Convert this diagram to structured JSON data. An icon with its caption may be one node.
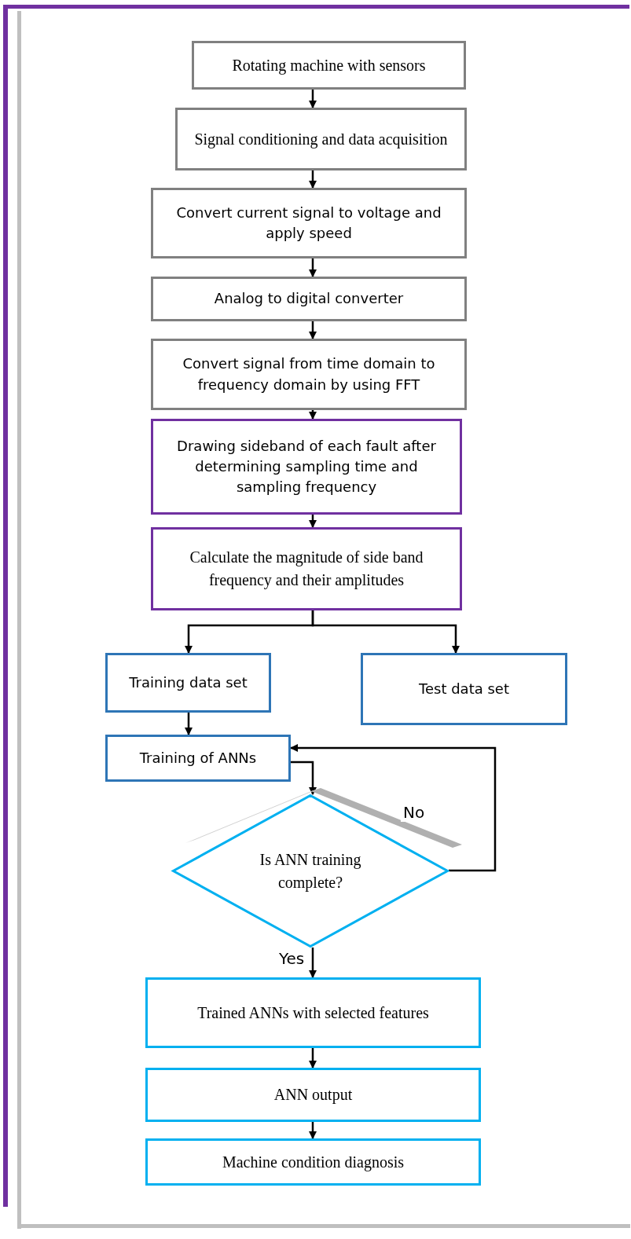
{
  "diagram": {
    "nodes": [
      {
        "text": [
          "Rotating machine with sensors"
        ]
      },
      {
        "text": [
          "Signal conditioning and data acquisition"
        ]
      },
      {
        "text": [
          "Convert current signal to voltage and apply speed"
        ]
      },
      {
        "text": [
          "Analog to digital converter"
        ]
      },
      {
        "text": [
          "Convert signal from time domain to frequency domain by using FFT"
        ]
      },
      {
        "text": [
          "Drawing sideband of each fault after determining sampling time and sampling frequency"
        ]
      },
      {
        "text": [
          "Calculate the magnitude of side band frequency and their amplitudes"
        ]
      },
      {
        "text": [
          "Training data set"
        ]
      },
      {
        "text": [
          "Test data set"
        ]
      },
      {
        "text": [
          "Training of ANNs"
        ]
      },
      {
        "text": [
          "Is ANN training complete?"
        ]
      },
      {
        "text": [
          "Trained ANNs with selected features"
        ]
      },
      {
        "text": [
          "ANN output"
        ]
      },
      {
        "text": [
          "Machine condition diagnosis"
        ]
      }
    ],
    "edges": [
      {
        "from": 0,
        "to": 1,
        "arrow": "to"
      },
      {
        "from": 1,
        "to": 2,
        "arrow": "to"
      },
      {
        "from": 2,
        "to": 3,
        "arrow": "to"
      },
      {
        "from": 3,
        "to": 4,
        "arrow": "to"
      },
      {
        "from": 4,
        "to": 5,
        "arrow": "to"
      },
      {
        "from": 5,
        "to": 6,
        "arrow": "to"
      },
      {
        "from": 6,
        "to": 7,
        "arrow": "to"
      },
      {
        "from": 6,
        "to": 8,
        "arrow": "to"
      },
      {
        "from": 7,
        "to": 9,
        "arrow": "to"
      },
      {
        "from": 9,
        "to": 10,
        "arrow": "to"
      },
      {
        "from": 10,
        "to": 9,
        "arrow": "to",
        "label": "No"
      },
      {
        "from": 10,
        "to": 11,
        "arrow": "to",
        "label": "Yes"
      },
      {
        "from": 11,
        "to": 12,
        "arrow": "to"
      },
      {
        "from": 12,
        "to": 13,
        "arrow": "to"
      }
    ]
  }
}
